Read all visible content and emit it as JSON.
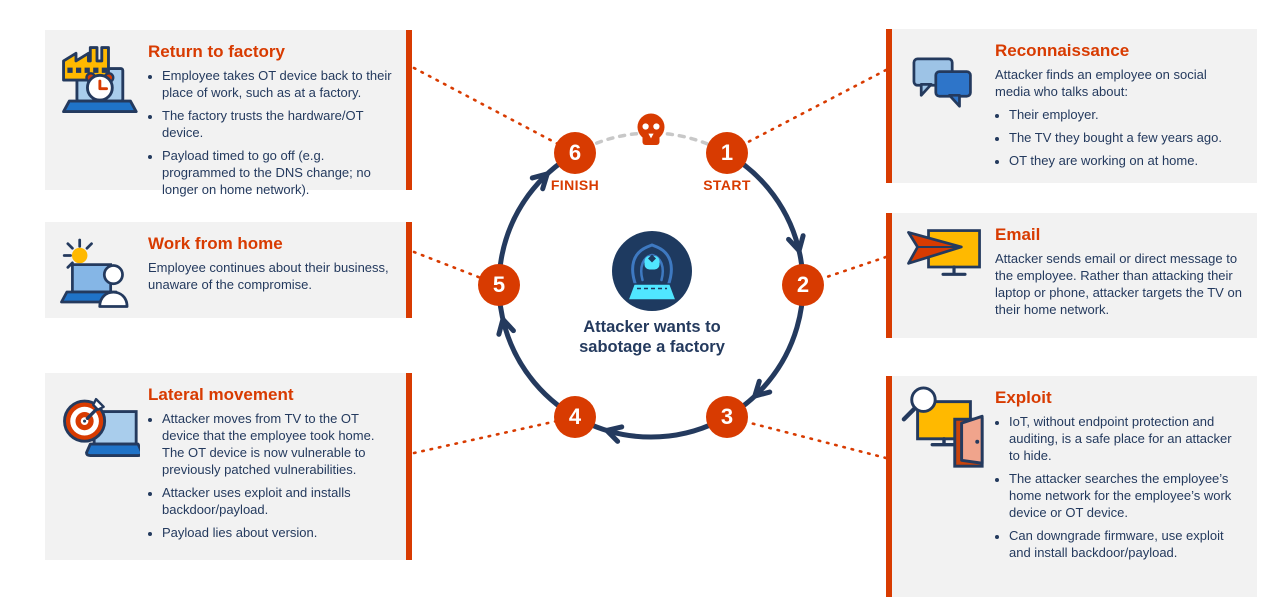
{
  "colors": {
    "accent_orange": "#D83B01",
    "navy": "#243A5E",
    "card_gray": "#F2F2F2",
    "dashed_gray": "#C8C8C8",
    "cyan": "#50E6FF",
    "yellow": "#FFB900",
    "blue": "#2E75C9",
    "light_blue": "#9DC3E6"
  },
  "center": {
    "title_line1": "Attacker wants to",
    "title_line2": "sabotage a factory"
  },
  "cycle": {
    "steps": [
      {
        "number": "1",
        "label": "START"
      },
      {
        "number": "2",
        "label": ""
      },
      {
        "number": "3",
        "label": ""
      },
      {
        "number": "4",
        "label": ""
      },
      {
        "number": "5",
        "label": ""
      },
      {
        "number": "6",
        "label": "FINISH"
      }
    ]
  },
  "boxes": {
    "left": [
      {
        "title": "Return to factory",
        "icon": "factory-clock-laptop-icon",
        "bullets": [
          "Employee takes OT device back to their place of work, such as at a factory.",
          "The factory trusts the hardware/OT device.",
          "Payload timed to go off (e.g. programmed to the DNS change; no longer on home network)."
        ]
      },
      {
        "title": "Work from home",
        "icon": "sun-laptop-person-icon",
        "body": "Employee continues about their business, unaware of the compromise."
      },
      {
        "title": "Lateral movement",
        "icon": "target-laptop-icon",
        "bullets": [
          "Attacker moves from TV to the OT device that the employee took home. The OT device is now vulnerable to previously patched vulnerabilities.",
          "Attacker uses exploit and installs backdoor/payload.",
          "Payload lies about version."
        ]
      }
    ],
    "right": [
      {
        "title": "Reconnaissance",
        "icon": "chat-bubbles-icon",
        "intro": "Attacker finds an employee on social media who talks about:",
        "bullets": [
          "Their employer.",
          "The TV they bought a few years ago.",
          "OT they are working on at home."
        ]
      },
      {
        "title": "Email",
        "icon": "paper-plane-tv-icon",
        "body": "Attacker sends email or direct message to the employee. Rather than attacking their laptop or phone, attacker targets the TV on their home network."
      },
      {
        "title": "Exploit",
        "icon": "magnifier-monitor-door-icon",
        "bullets": [
          "IoT, without endpoint protection and auditing, is a safe place for an attacker to hide.",
          "The attacker searches the employee’s home network for the employee’s work device or OT device.",
          "Can downgrade firmware, use exploit and install backdoor/payload."
        ]
      }
    ]
  }
}
